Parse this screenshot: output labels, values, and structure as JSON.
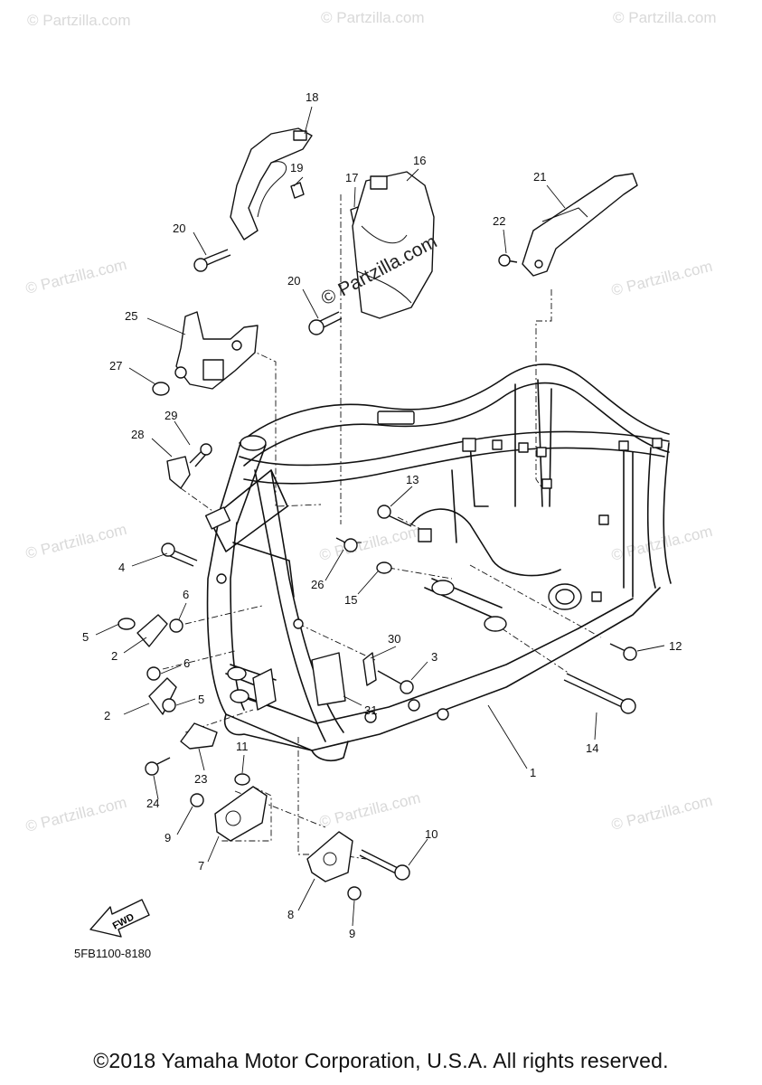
{
  "diagram_code": "5FB1100-8180",
  "copyright": "©2018 Yamaha Motor Corporation, U.S.A. All rights reserved.",
  "fwd_label": "FWD",
  "watermark": "© Partzilla.com",
  "callouts": [
    {
      "id": "c1",
      "label": "1"
    },
    {
      "id": "c2a",
      "label": "2"
    },
    {
      "id": "c2b",
      "label": "2"
    },
    {
      "id": "c3",
      "label": "3"
    },
    {
      "id": "c4",
      "label": "4"
    },
    {
      "id": "c5a",
      "label": "5"
    },
    {
      "id": "c5b",
      "label": "5"
    },
    {
      "id": "c6a",
      "label": "6"
    },
    {
      "id": "c6b",
      "label": "6"
    },
    {
      "id": "c7",
      "label": "7"
    },
    {
      "id": "c8",
      "label": "8"
    },
    {
      "id": "c9a",
      "label": "9"
    },
    {
      "id": "c9b",
      "label": "9"
    },
    {
      "id": "c10",
      "label": "10"
    },
    {
      "id": "c11",
      "label": "11"
    },
    {
      "id": "c12",
      "label": "12"
    },
    {
      "id": "c13",
      "label": "13"
    },
    {
      "id": "c14",
      "label": "14"
    },
    {
      "id": "c15",
      "label": "15"
    },
    {
      "id": "c16",
      "label": "16"
    },
    {
      "id": "c17",
      "label": "17"
    },
    {
      "id": "c18",
      "label": "18"
    },
    {
      "id": "c19",
      "label": "19"
    },
    {
      "id": "c20a",
      "label": "20"
    },
    {
      "id": "c20b",
      "label": "20"
    },
    {
      "id": "c21",
      "label": "21"
    },
    {
      "id": "c22",
      "label": "22"
    },
    {
      "id": "c23",
      "label": "23"
    },
    {
      "id": "c24",
      "label": "24"
    },
    {
      "id": "c25",
      "label": "25"
    },
    {
      "id": "c26",
      "label": "26"
    },
    {
      "id": "c27",
      "label": "27"
    },
    {
      "id": "c28",
      "label": "28"
    },
    {
      "id": "c29",
      "label": "29"
    },
    {
      "id": "c30",
      "label": "30"
    },
    {
      "id": "c31",
      "label": "31"
    }
  ]
}
